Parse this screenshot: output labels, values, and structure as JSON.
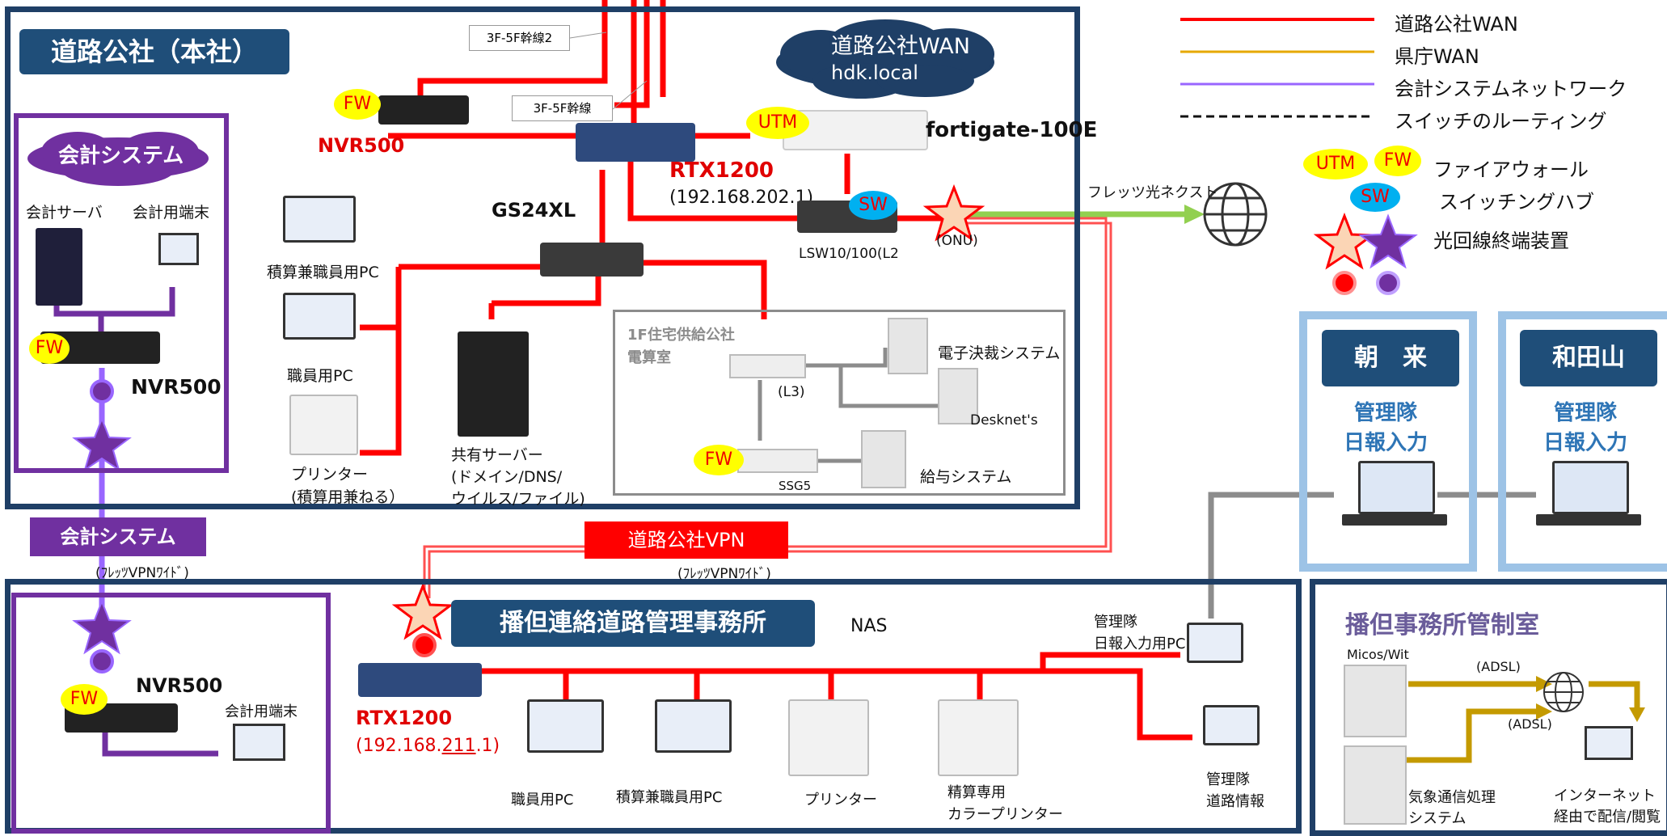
{
  "colors": {
    "road_wan": "#ff0000",
    "pref_wan": "#d4a017",
    "accounting_net": "#9966ff",
    "navy": "#1f4e79",
    "purple": "#7030a0",
    "light_blue": "#9dc3e6",
    "green_arrow": "#92d050",
    "fw_yellow": "#ffff00",
    "sw_blue": "#00b0f0"
  },
  "legend": {
    "road_wan": "道路公社WAN",
    "pref_wan": "県庁WAN",
    "accounting_net": "会計システムネットワーク",
    "switch_routing": "スイッチのルーティング",
    "firewall": "ファイアウォール",
    "switching_hub": "スイッチングハブ",
    "onu": "光回線終端装置",
    "utm_badge": "UTM",
    "fw_badge": "FW",
    "sw_badge": "SW"
  },
  "hq": {
    "title": "道路公社（本社）",
    "cloud_line1": "道路公社WAN",
    "cloud_line2": "hdk.local",
    "trunk2": "3F-5F幹線2",
    "trunk": "3F-5F幹線",
    "nvr500": "NVR500",
    "rtx1200": "RTX1200",
    "rtx_ip": "(192.168.202.1)",
    "fortigate": "fortigate-100E",
    "gs24xl": "GS24XL",
    "lsw": "LSW10/100(L2",
    "onu": "(ONU)",
    "flets": "フレッツ光ネクスト",
    "pc_combo": "積算兼職員用PC",
    "pc_staff": "職員用PC",
    "printer_line1": "プリンター",
    "printer_line2": "(積算用兼ねる）",
    "server_line1": "共有サーバー",
    "server_line2": "(ドメイン/DNS/",
    "server_line3": "ウイルス/ファイル)",
    "room_line1": "1F住宅供給公社",
    "room_line2": "電算室",
    "l3": "(L3)",
    "ssg5": "SSG5",
    "e_settlement": "電子決裁システム",
    "desknets": "Desknet's",
    "payroll": "給与システム"
  },
  "accounting": {
    "cloud": "会計システム",
    "server": "会計サーバ",
    "terminal": "会計用端末",
    "nvr500": "NVR500",
    "bar": "会計システム",
    "vpn_note": "(ﾌﾚｯﾂVPNﾜｲﾄﾞ)"
  },
  "vpn": {
    "bar": "道路公社VPN",
    "note": "(ﾌﾚｯﾂVPNﾜｲﾄﾞ)"
  },
  "asago": {
    "title": "朝　来",
    "line1": "管理隊",
    "line2": "日報入力"
  },
  "wadayama": {
    "title": "和田山",
    "line1": "管理隊",
    "line2": "日報入力"
  },
  "bantan": {
    "title": "播但連絡道路管理事務所",
    "nas": "NAS",
    "nvr500": "NVR500",
    "acc_terminal": "会計用端末",
    "rtx1200": "RTX1200",
    "ip_pre": "(192.168.",
    "ip_mid": "211",
    "ip_post": ".1)",
    "pc_staff": "職員用PC",
    "pc_combo": "積算兼職員用PC",
    "printer": "プリンター",
    "color_printer_line1": "精算専用",
    "color_printer_line2": "カラープリンター",
    "daily_pc_line1": "管理隊",
    "daily_pc_line2": "日報入力用PC",
    "road_info_line1": "管理隊",
    "road_info_line2": "道路情報"
  },
  "control": {
    "title": "播但事務所管制室",
    "micos": "Micos/Wit",
    "adsl1": "(ADSL)",
    "adsl2": "(ADSL)",
    "weather_line1": "気象通信処理",
    "weather_line2": "システム",
    "internet_line1": "インターネット",
    "internet_line2": "経由で配信/閲覧"
  }
}
